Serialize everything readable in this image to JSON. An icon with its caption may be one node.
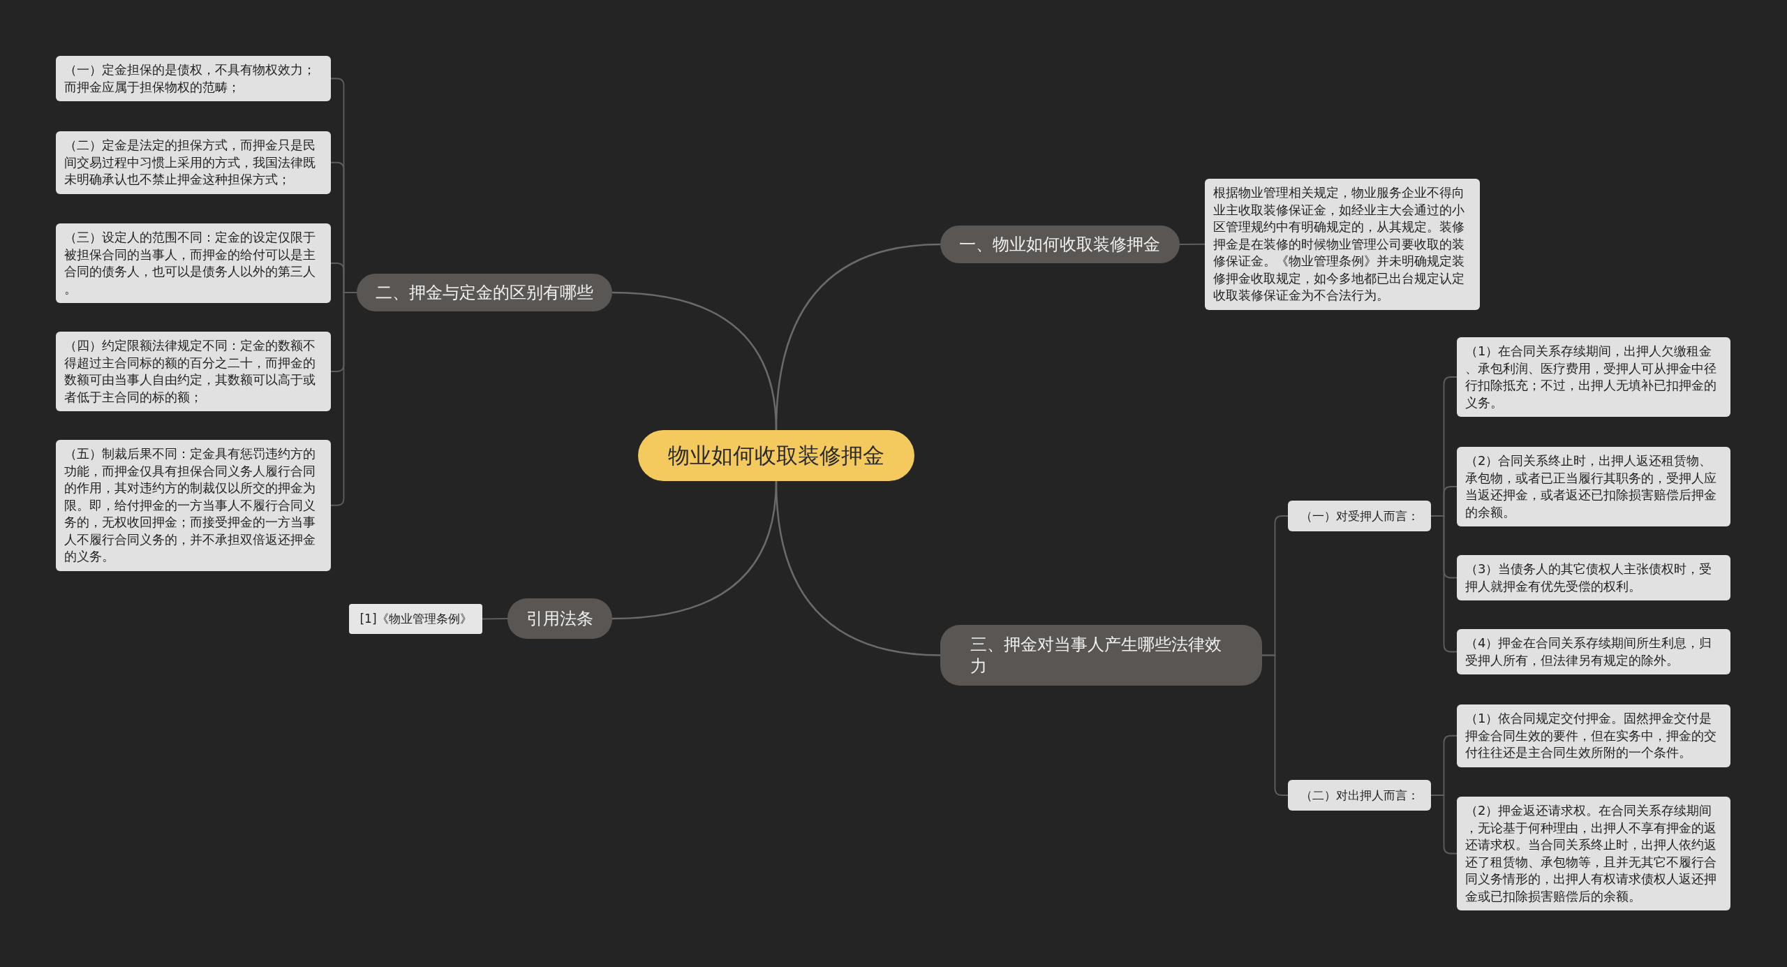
{
  "diagram": {
    "nodes": [
      {
        "text": [
          "物业如何收取装修押金"
        ]
      },
      {
        "text": [
          "一、物业如何收取装修押金"
        ]
      },
      {
        "text": [
          "根据物业管理相关规定，物业服务企业不得向业主收取装修保证金，如经业主大会通过的小区管理规约中有明确规定的，从其规定。装修押金是在装修的时候物业管理公司要收取的装修保证金。《物业管理条例》并未明确规定装修押金收取规定，如今多地都已出台规定认定收取装修保证金为不合法行为。"
        ]
      },
      {
        "text": [
          "二、押金与定金的区别有哪些"
        ]
      },
      {
        "text": [
          "（一）定金担保的是债权，不具有物权效力；而押金应属于担保物权的范畴；"
        ]
      },
      {
        "text": [
          "（二）定金是法定的担保方式，而押金只是民间交易过程中习惯上采用的方式，我国法律既未明确承认也不禁止押金这种担保方式；"
        ]
      },
      {
        "text": [
          "（三）设定人的范围不同：定金的设定仅限于被担保合同的当事人，而押金的给付可以是主合同的债务人，也可以是债务人以外的第三人。"
        ]
      },
      {
        "text": [
          "（四）约定限额法律规定不同：定金的数额不得超过主合同标的额的百分之二十，而押金的数额可由当事人自由约定，其数额可以高于或者低于主合同的标的额；"
        ]
      },
      {
        "text": [
          "（五）制裁后果不同：定金具有惩罚违约方的功能，而押金仅具有担保合同义务人履行合同的作用，其对违约方的制裁仅以所交的押金为限。即，给付押金的一方当事人不履行合同义务的，无权收回押金；而接受押金的一方当事人不履行合同义务的，并不承担双倍返还押金的义务。"
        ]
      },
      {
        "text": [
          "引用法条"
        ]
      },
      {
        "text": [
          "[1]《物业管理条例》"
        ]
      },
      {
        "text": [
          "三、押金对当事人产生哪些法律效力"
        ]
      },
      {
        "text": [
          "（一）对受押人而言："
        ]
      },
      {
        "text": [
          "（1）在合同关系存续期间，出押人欠缴租金、承包利润、医疗费用，受押人可从押金中径行扣除抵充；不过，出押人无填补已扣押金的义务。"
        ]
      },
      {
        "text": [
          "（2）合同关系终止时，出押人返还租赁物、承包物，或者已正当履行其职务的，受押人应当返还押金，或者返还已扣除损害赔偿后押金的余额。"
        ]
      },
      {
        "text": [
          "（3）当债务人的其它债权人主张债权时，受押人就押金有优先受偿的权利。"
        ]
      },
      {
        "text": [
          "（4）押金在合同关系存续期间所生利息，归受押人所有，但法律另有规定的除外。"
        ]
      },
      {
        "text": [
          "（二）对出押人而言："
        ]
      },
      {
        "text": [
          "（1）依合同规定交付押金。固然押金交付是押金合同生效的要件，但在实务中，押金的交付往往还是主合同生效所附的一个条件。"
        ]
      },
      {
        "text": [
          "（2）押金返还请求权。在合同关系存续期间，无论基于何种理由，出押人不享有押金的返还请求权。当合同关系终止时，出押人依约返还了租赁物、承包物等，且并无其它不履行合同义务情形的，出押人有权请求债权人返还押金或已扣除损害赔偿后的余额。"
        ]
      }
    ],
    "edges": [
      {
        "from": 0,
        "to": 1,
        "arrow": "none"
      },
      {
        "from": 1,
        "to": 2,
        "arrow": "none"
      },
      {
        "from": 0,
        "to": 3,
        "arrow": "none"
      },
      {
        "from": 3,
        "to": 4,
        "arrow": "none"
      },
      {
        "from": 3,
        "to": 5,
        "arrow": "none"
      },
      {
        "from": 3,
        "to": 6,
        "arrow": "none"
      },
      {
        "from": 3,
        "to": 7,
        "arrow": "none"
      },
      {
        "from": 3,
        "to": 8,
        "arrow": "none"
      },
      {
        "from": 0,
        "to": 9,
        "arrow": "none"
      },
      {
        "from": 9,
        "to": 10,
        "arrow": "none"
      },
      {
        "from": 0,
        "to": 11,
        "arrow": "none"
      },
      {
        "from": 11,
        "to": 12,
        "arrow": "none"
      },
      {
        "from": 12,
        "to": 13,
        "arrow": "none"
      },
      {
        "from": 12,
        "to": 14,
        "arrow": "none"
      },
      {
        "from": 12,
        "to": 15,
        "arrow": "none"
      },
      {
        "from": 12,
        "to": 16,
        "arrow": "none"
      },
      {
        "from": 11,
        "to": 17,
        "arrow": "none"
      },
      {
        "from": 17,
        "to": 18,
        "arrow": "none"
      },
      {
        "from": 17,
        "to": 19,
        "arrow": "none"
      }
    ]
  }
}
